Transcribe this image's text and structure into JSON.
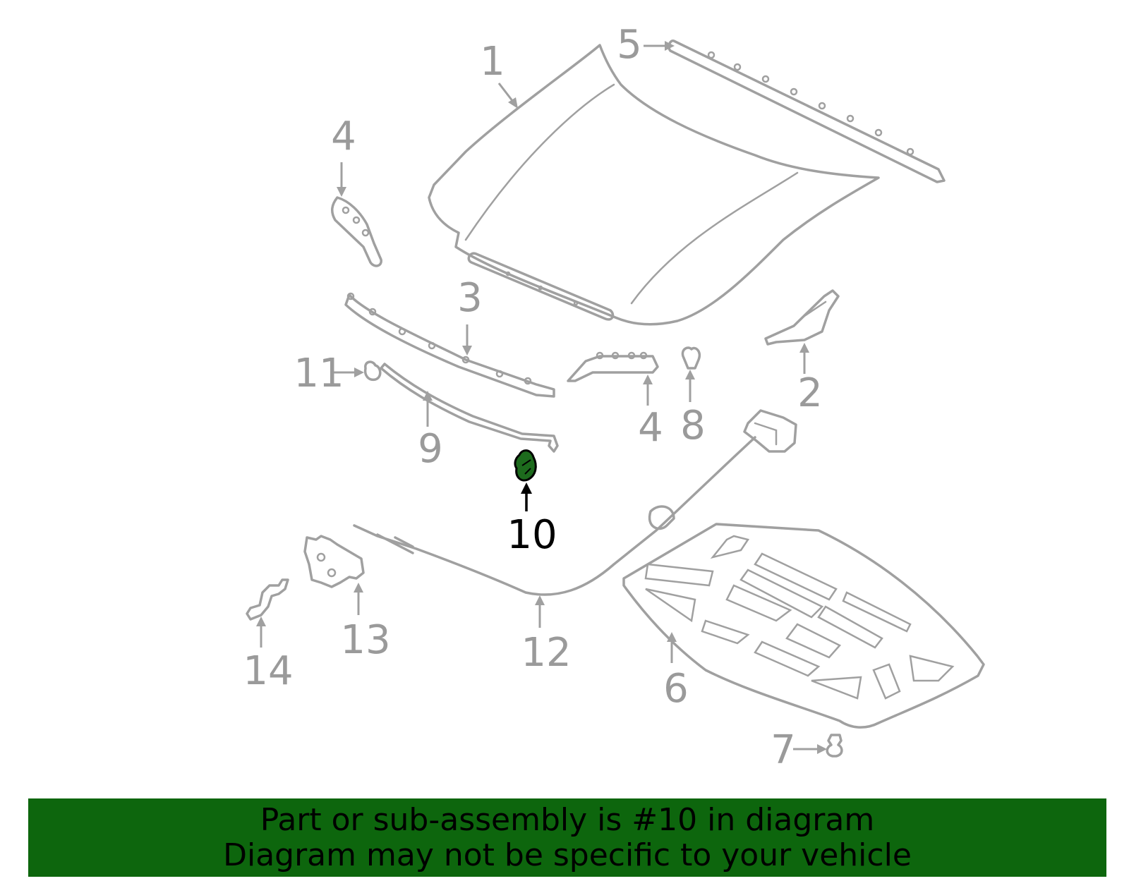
{
  "diagram": {
    "callouts": [
      "1",
      "2",
      "3",
      "4",
      "4",
      "5",
      "6",
      "7",
      "8",
      "9",
      "10",
      "11",
      "12",
      "13",
      "14"
    ],
    "highlighted_callout": "10",
    "highlight_color": "#0d660d",
    "line_color": "#a0a0a0"
  },
  "banner": {
    "line1": "Part or sub-assembly is #10 in diagram",
    "line2": "Diagram may not be specific to your vehicle"
  }
}
